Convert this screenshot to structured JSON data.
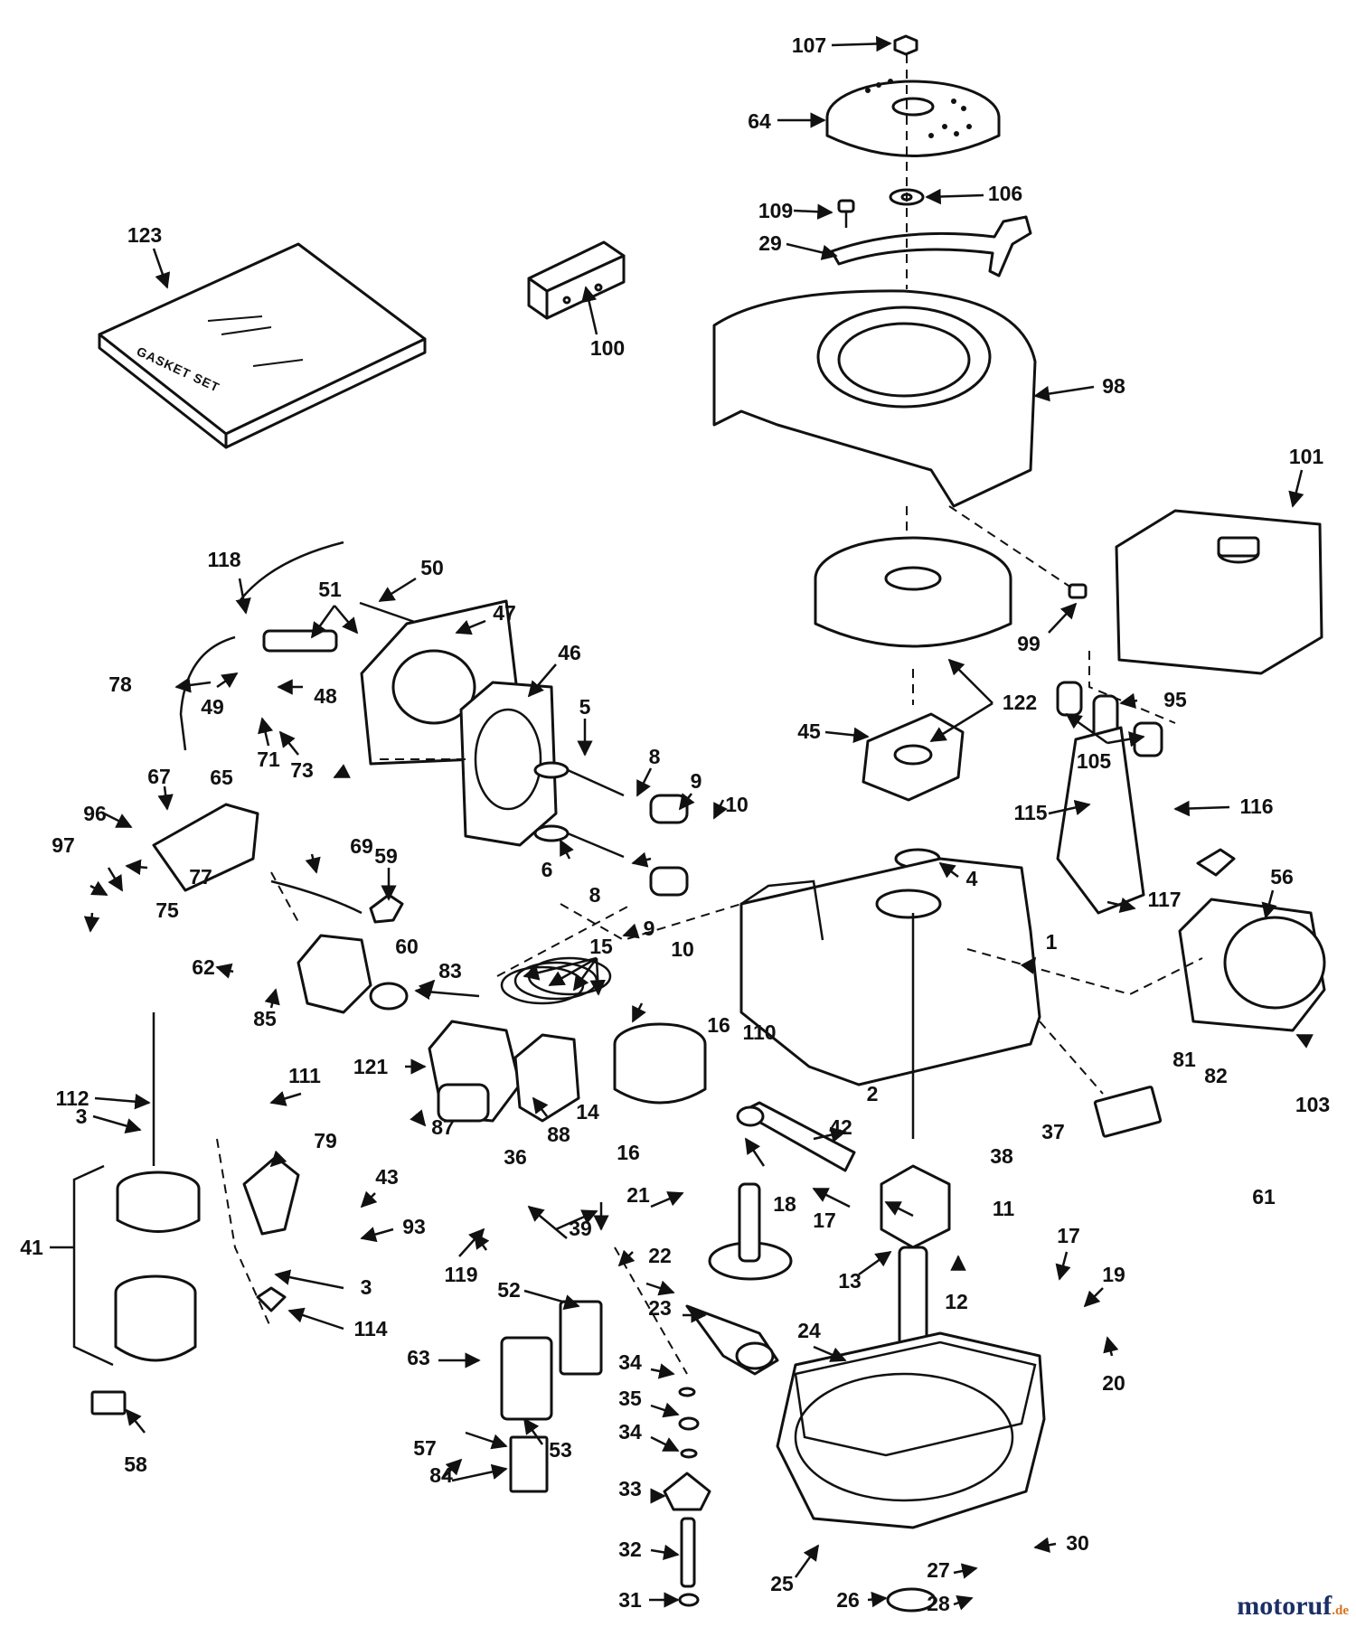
{
  "title": "",
  "callouts": [
    "1",
    "2",
    "3",
    "4",
    "5",
    "6",
    "8",
    "9",
    "10",
    "11",
    "12",
    "13",
    "14",
    "15",
    "16",
    "17",
    "18",
    "19",
    "20",
    "21",
    "22",
    "23",
    "24",
    "25",
    "26",
    "27",
    "28",
    "29",
    "30",
    "31",
    "32",
    "33",
    "34",
    "35",
    "36",
    "37",
    "38",
    "39",
    "41",
    "42",
    "43",
    "45",
    "46",
    "47",
    "48",
    "49",
    "50",
    "51",
    "52",
    "53",
    "56",
    "57",
    "58",
    "59",
    "60",
    "61",
    "62",
    "63",
    "64",
    "65",
    "67",
    "69",
    "71",
    "73",
    "75",
    "77",
    "78",
    "79",
    "81",
    "82",
    "83",
    "84",
    "85",
    "87",
    "88",
    "93",
    "95",
    "96",
    "97",
    "98",
    "99",
    "100",
    "101",
    "103",
    "105",
    "106",
    "107",
    "109",
    "110",
    "111",
    "112",
    "114",
    "115",
    "116",
    "117",
    "118",
    "119",
    "121",
    "122",
    "123"
  ],
  "gasket_set_label": "GASKET SET",
  "watermark": {
    "brand": "motoruf",
    "tld": ".de"
  }
}
